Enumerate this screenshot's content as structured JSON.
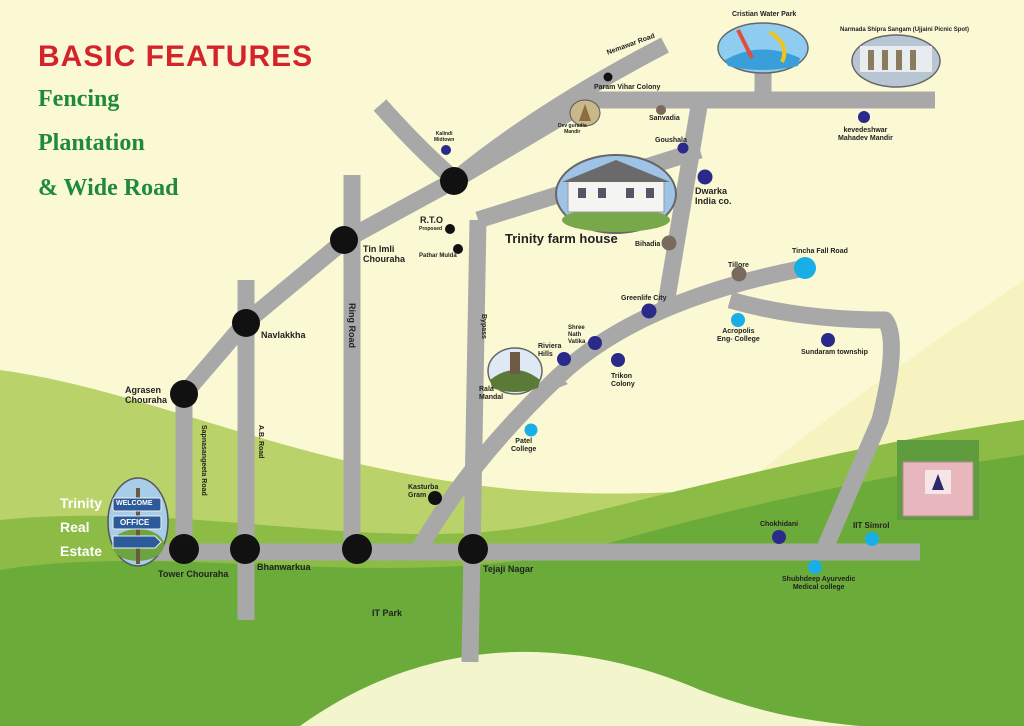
{
  "features": {
    "title": "BASIC  FEATURES",
    "items": [
      "Fencing",
      "Plantation",
      "& Wide Road"
    ]
  },
  "office": {
    "lines": [
      "Trinity",
      "Real",
      "Estate"
    ],
    "sign": [
      "WELCOME",
      "OFFICE"
    ]
  },
  "roads": {
    "nemawar": "Nemawar Road",
    "ring": "Ring Road",
    "bypass": "Bypass",
    "ab": "A.B. Road",
    "sapna": "Sapnasangeeta Road",
    "tincha": "Tincha Fall Road"
  },
  "junctions": {
    "tin_imli": "Tin Imli\nChouraha",
    "navlakkha": "Navlakkha",
    "agrasen": "Agrasen\nChouraha",
    "tower": "Tower Chouraha",
    "bhanwarkua": "Bhanwarkua",
    "tejaji": "Tejaji Nagar"
  },
  "places": {
    "param_vihar": "Param Vihar Colony",
    "dev_guradia": "Dev guradia\nMandir",
    "sanvadia": "Sanvadia",
    "goushala": "Goushala",
    "kalindi": "Kalindi\nMidtown",
    "rto": "R.T.O",
    "rto_note": "Proposed",
    "pathar_mulda": "Pathar Mulda",
    "dwarka": "Dwarka\nIndia co.",
    "bihadia": "Bihadia",
    "tillore": "Tillore",
    "greenlife": "Greenlife City",
    "acropolis": "Acropolis\nEng- College",
    "sundaram": "Sundaram township",
    "shree_nath": "Shree\nNath\nVatika",
    "riviera": "Riviera\nHills",
    "trikon": "Trikon\nColony",
    "rala_mandal": "Rala\nMandal",
    "patel": "Patel\nCollege",
    "kasturba": "Kasturba\nGram",
    "chokhidani": "Chokhidani",
    "iit": "IIT Simrol",
    "shubhdeep": "Shubhdeep Ayurvedic\nMedical college",
    "it_park": "IT Park",
    "kevdeshwar": "kevedeshwar\nMahadev Mandir",
    "cristian": "Cristian Water Park",
    "narmada": "Narmada Shipra Sangam (Ujjaini Picnic Spot)",
    "farm_house": "Trinity farm house"
  },
  "colors": {
    "background": "#fbf9d4",
    "road": "#a8a8a8",
    "green_light": "#b9d36a",
    "green_dark": "#6aab3a",
    "title_red": "#d3242b",
    "feature_green": "#1f8a3a",
    "marker_navy": "#2a2a8a",
    "marker_cyan": "#19aee6",
    "marker_brown": "#7a6a5e"
  }
}
